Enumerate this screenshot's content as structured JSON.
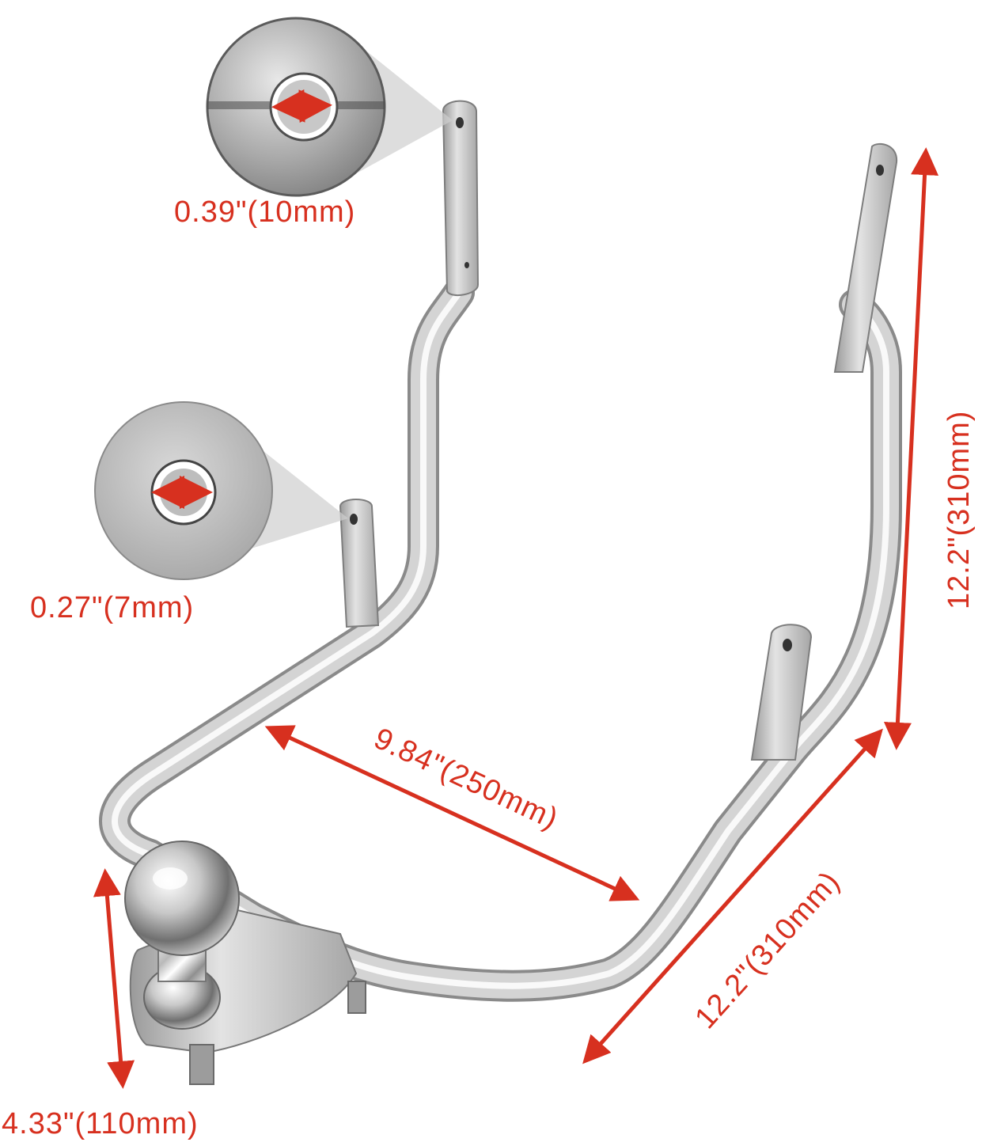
{
  "accent_color": "#d7301f",
  "product": {
    "name": "chrome-hitch-bracket-with-ball"
  },
  "callouts": {
    "upper_hole": {
      "label": "0.39\"(10mm)",
      "icon": "washer-hole-closeup-icon"
    },
    "lower_hole": {
      "label": "0.27\"(7mm)",
      "icon": "washer-hole-closeup-icon"
    }
  },
  "dimensions": {
    "inner_width": "9.84\"(250mm)",
    "right_height": "12.2\"(310mm)",
    "side_length": "12.2\"(310mm)",
    "ball_height": "4.33\"(110mm)"
  }
}
